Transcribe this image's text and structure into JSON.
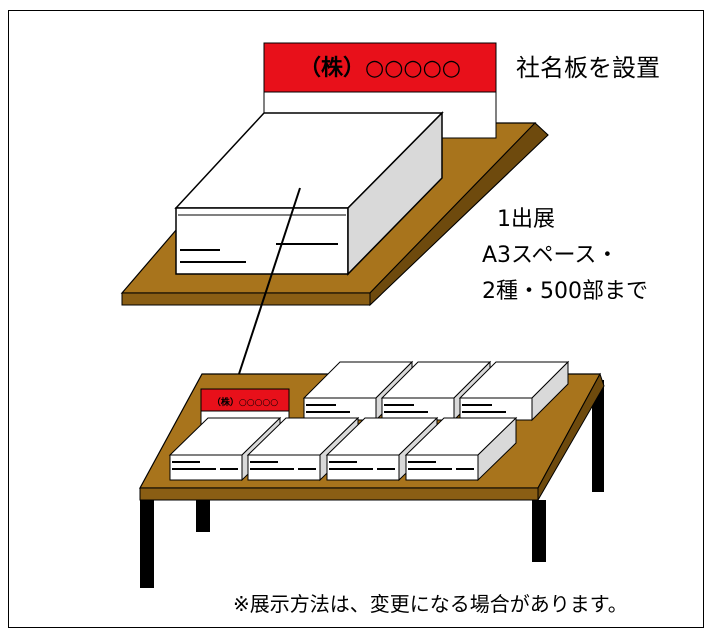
{
  "sign_large": "（株）○○○○○",
  "sign_small": "（株）○○○○○",
  "label_sign": "社名板を設置",
  "label_quota": [
    "1出展",
    "A3スペース・",
    "2種・500部まで"
  ],
  "footnote": "※展示方法は、変更になる場合があります。",
  "colors": {
    "wood": "#a8741c",
    "wood_edge": "#7a520f",
    "sign_red": "#e8101a",
    "outline": "#000000",
    "box_side": "#d9d9d9"
  }
}
